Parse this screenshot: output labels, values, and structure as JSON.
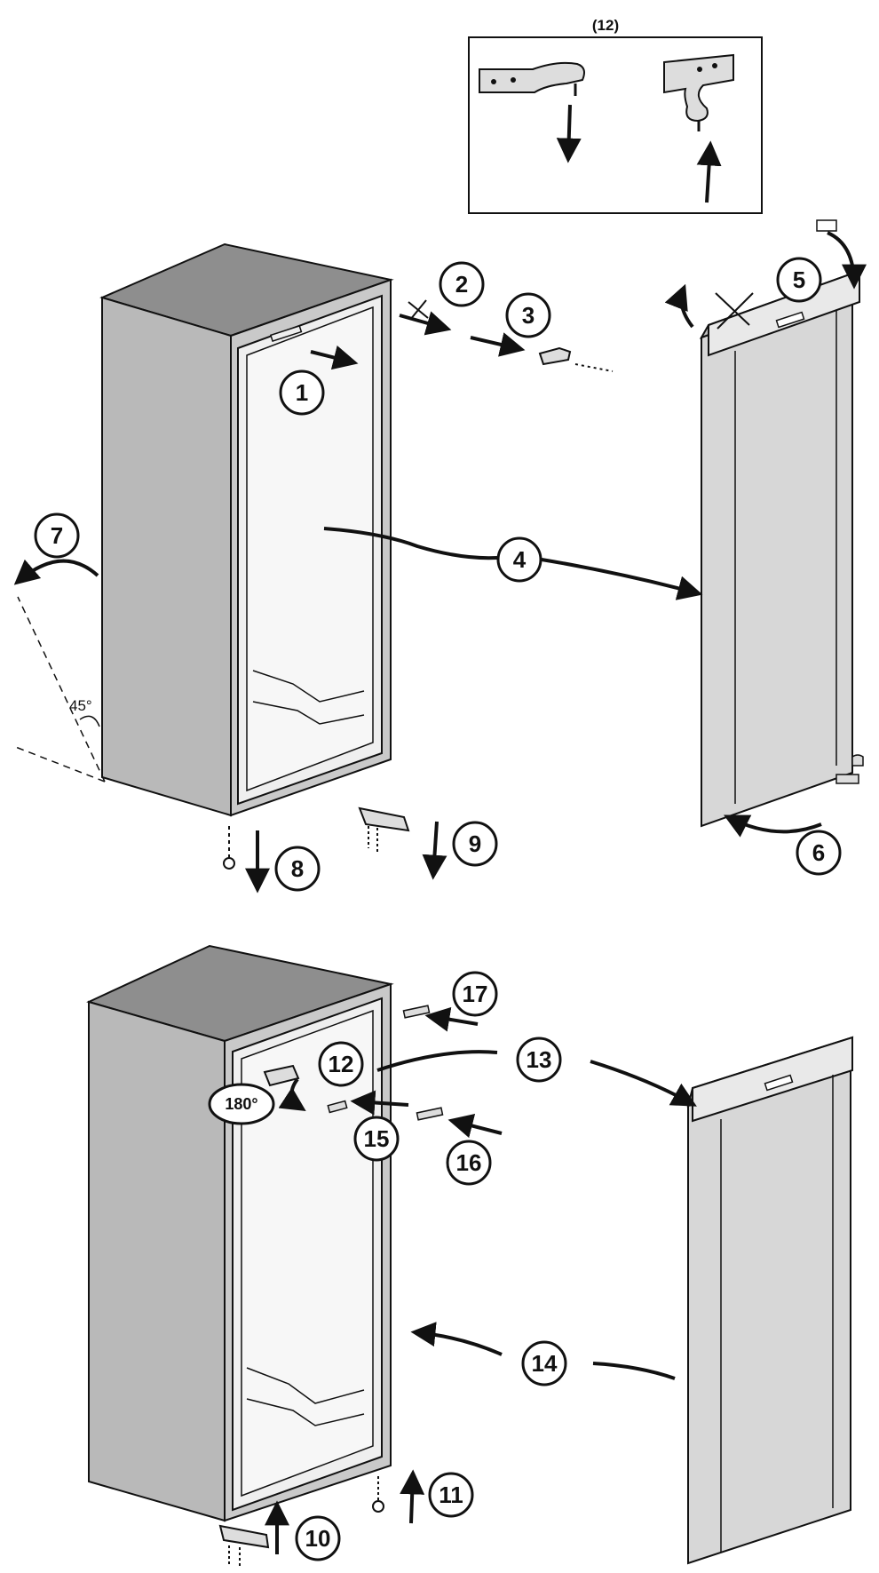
{
  "inset": {
    "label": "(12)"
  },
  "steps": {
    "s1": "1",
    "s2": "2",
    "s3": "3",
    "s4": "4",
    "s5": "5",
    "s6": "6",
    "s7": "7",
    "s8": "8",
    "s9": "9",
    "s10": "10",
    "s11": "11",
    "s12": "12",
    "s13": "13",
    "s14": "14",
    "s15": "15",
    "s16": "16",
    "s17": "17"
  },
  "angles": {
    "tilt": "45°",
    "rotate": "180°"
  },
  "colors": {
    "line": "#111111",
    "cabinet_top": "#8e8e8e",
    "cabinet_side": "#b9b9b9",
    "cabinet_front": "#c9c9c9",
    "door": "#d7d7d7"
  }
}
